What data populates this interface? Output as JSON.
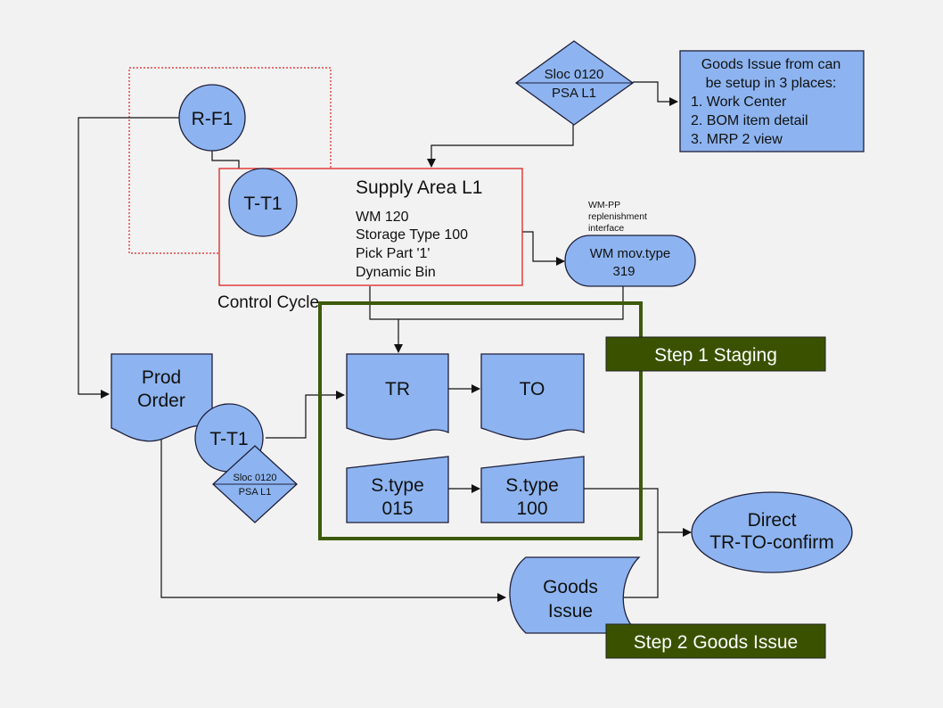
{
  "colors": {
    "background": "#f2f2f2",
    "shape_fill": "#8db4f0",
    "shape_stroke": "#1f1f3a",
    "red_box": "#e02020",
    "green_box": "#3d5a0a",
    "label_fill": "#3a5200",
    "label_text": "#ffffff"
  },
  "nodes": {
    "rf1": "R-F1",
    "tt1_top": "T-T1",
    "supply_area": {
      "title": "Supply Area L1",
      "lines": [
        "WM 120",
        "Storage Type 100",
        "Pick Part '1'",
        "Dynamic Bin"
      ]
    },
    "control_cycle": "Control Cycle",
    "sloc_top": {
      "line1": "Sloc 0120",
      "line2": "PSA L1"
    },
    "note": {
      "lines": [
        "Goods Issue from can",
        "be setup in 3 places:",
        "1. Work Center",
        "2. BOM item detail",
        "3. MRP 2 view"
      ]
    },
    "wmpp_label": [
      "WM-PP",
      "replenishment",
      "interface"
    ],
    "wm_mov": {
      "line1": "WM mov.type",
      "line2": "319"
    },
    "step1": "Step 1 Staging",
    "prod_order": {
      "line1": "Prod",
      "line2": "Order"
    },
    "tt1_bottom": "T-T1",
    "sloc_small": {
      "line1": "Sloc 0120",
      "line2": "PSA L1"
    },
    "tr": "TR",
    "to": "TO",
    "stype015": {
      "line1": "S.type",
      "line2": "015"
    },
    "stype100": {
      "line1": "S.type",
      "line2": "100"
    },
    "direct": {
      "line1": "Direct",
      "line2": "TR-TO-confirm"
    },
    "goods_issue": {
      "line1": "Goods",
      "line2": "Issue"
    },
    "step2": "Step 2 Goods Issue"
  }
}
